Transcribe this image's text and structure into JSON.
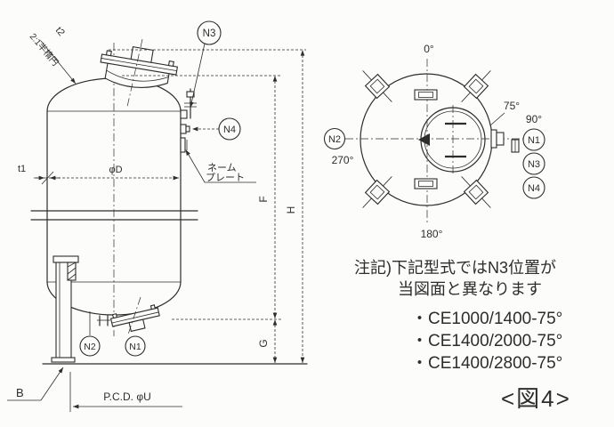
{
  "colors": {
    "ink": "#2d2d2d",
    "paper": "#fcfcfa"
  },
  "side_view": {
    "head_thickness_label": "t2",
    "head_type_label": "2:1半楕円",
    "shell_thickness_label": "t1",
    "diameter_label": "φD",
    "nameplate_line1": "ネーム",
    "nameplate_line2": "プレート",
    "dim_f_label": "F",
    "dim_h_label": "H",
    "dim_g_label": "G",
    "leg_label": "B",
    "pcd_label": "P.C.D. φU",
    "nozzle_n1": "N1",
    "nozzle_n2": "N2",
    "nozzle_n3": "N3",
    "nozzle_n4": "N4"
  },
  "plan_view": {
    "angle_0": "0°",
    "angle_75": "75°",
    "angle_90": "90°",
    "angle_180": "180°",
    "angle_270": "270°",
    "nozzle_n1": "N1",
    "nozzle_n2": "N2",
    "nozzle_n3": "N3",
    "nozzle_n4": "N4"
  },
  "note": {
    "line1": "注記)下記型式ではN3位置が",
    "line2": "当図面と異なります",
    "models": [
      "・CE1000/1400-75°",
      "・CE1400/2000-75°",
      "・CE1400/2800-75°"
    ],
    "figure_label": "<図4>"
  }
}
